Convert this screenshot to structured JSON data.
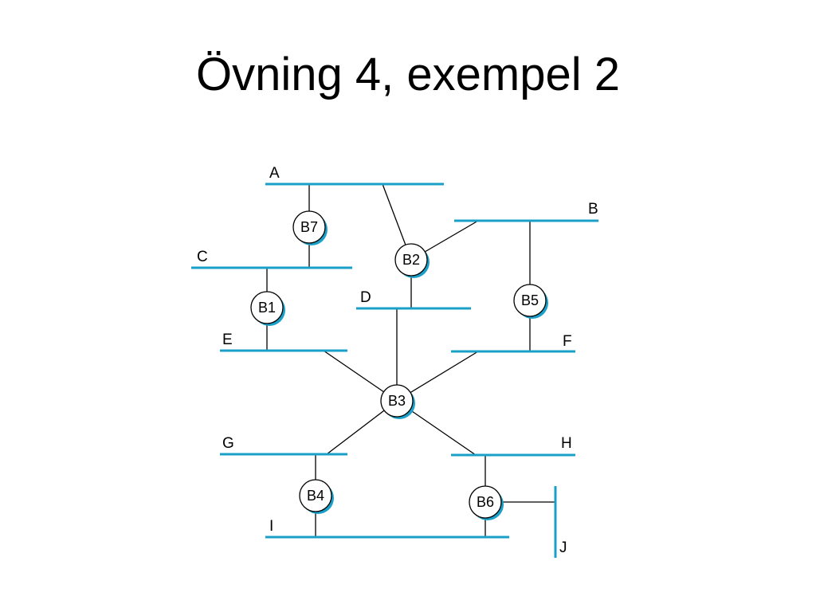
{
  "title": "Övning 4, exempel 2",
  "colors": {
    "segment": "#1aa0c8",
    "link": "#000000",
    "bridge_shadow": "#1aa0c8",
    "bridge_fill": "#ffffff"
  },
  "segments": [
    {
      "id": "A",
      "label": "A"
    },
    {
      "id": "B",
      "label": "B"
    },
    {
      "id": "C",
      "label": "C"
    },
    {
      "id": "D",
      "label": "D"
    },
    {
      "id": "E",
      "label": "E"
    },
    {
      "id": "F",
      "label": "F"
    },
    {
      "id": "G",
      "label": "G"
    },
    {
      "id": "H",
      "label": "H"
    },
    {
      "id": "I",
      "label": "I"
    },
    {
      "id": "J",
      "label": "J"
    }
  ],
  "bridges": [
    {
      "id": "B1",
      "label": "B1",
      "connects": [
        "C",
        "E"
      ]
    },
    {
      "id": "B2",
      "label": "B2",
      "connects": [
        "A",
        "B",
        "D"
      ]
    },
    {
      "id": "B3",
      "label": "B3",
      "connects": [
        "D",
        "E",
        "F",
        "G",
        "H"
      ]
    },
    {
      "id": "B4",
      "label": "B4",
      "connects": [
        "G",
        "I"
      ]
    },
    {
      "id": "B5",
      "label": "B5",
      "connects": [
        "B",
        "F"
      ]
    },
    {
      "id": "B6",
      "label": "B6",
      "connects": [
        "H",
        "I",
        "J"
      ]
    },
    {
      "id": "B7",
      "label": "B7",
      "connects": [
        "A",
        "C"
      ]
    }
  ]
}
